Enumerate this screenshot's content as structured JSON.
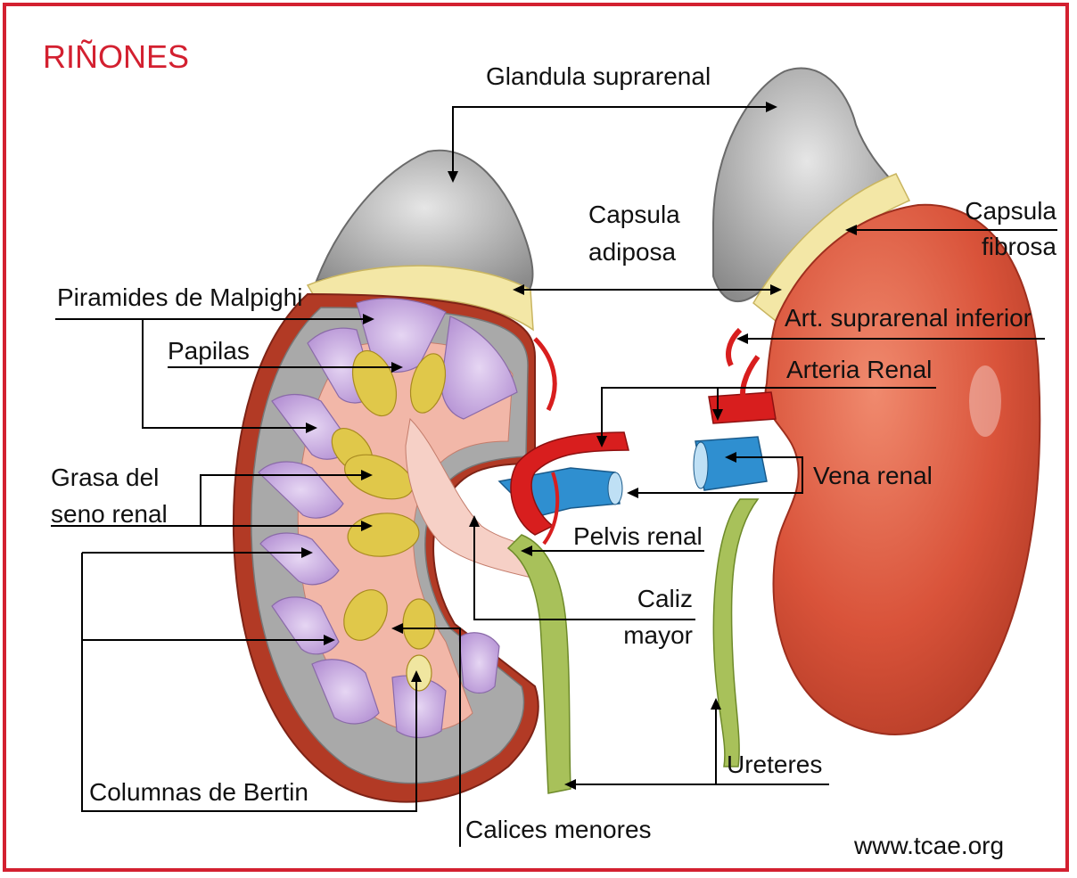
{
  "title": "RIÑONES",
  "website": "www.tcae.org",
  "labels": {
    "glandula_suprarenal": "Glandula suprarenal",
    "capsula_adiposa_1": "Capsula",
    "capsula_adiposa_2": "adiposa",
    "capsula_fibrosa_1": "Capsula",
    "capsula_fibrosa_2": "fibrosa",
    "piramides": "Piramides de Malpighi",
    "papilas": "Papilas",
    "art_suprarenal": "Art. suprarenal inferior",
    "arteria_renal": "Arteria Renal",
    "grasa_1": "Grasa del",
    "grasa_2": "seno renal",
    "vena_renal": "Vena renal",
    "pelvis_renal": "Pelvis renal",
    "caliz_1": "Caliz",
    "caliz_2": "mayor",
    "ureteres": "Ureteres",
    "columnas": "Columnas de Bertin",
    "calices_menores": "Calices menores"
  },
  "colors": {
    "frame": "#d32030",
    "kidney_exterior": "#d9533a",
    "cortex": "#a9a9a9",
    "pyramids": "#c7a6e0",
    "fat": "#f0e6a0",
    "artery": "#d81e1e",
    "vein": "#2f8fd0",
    "ureter": "#a8c15a",
    "adrenal": "#c8c8c8"
  }
}
